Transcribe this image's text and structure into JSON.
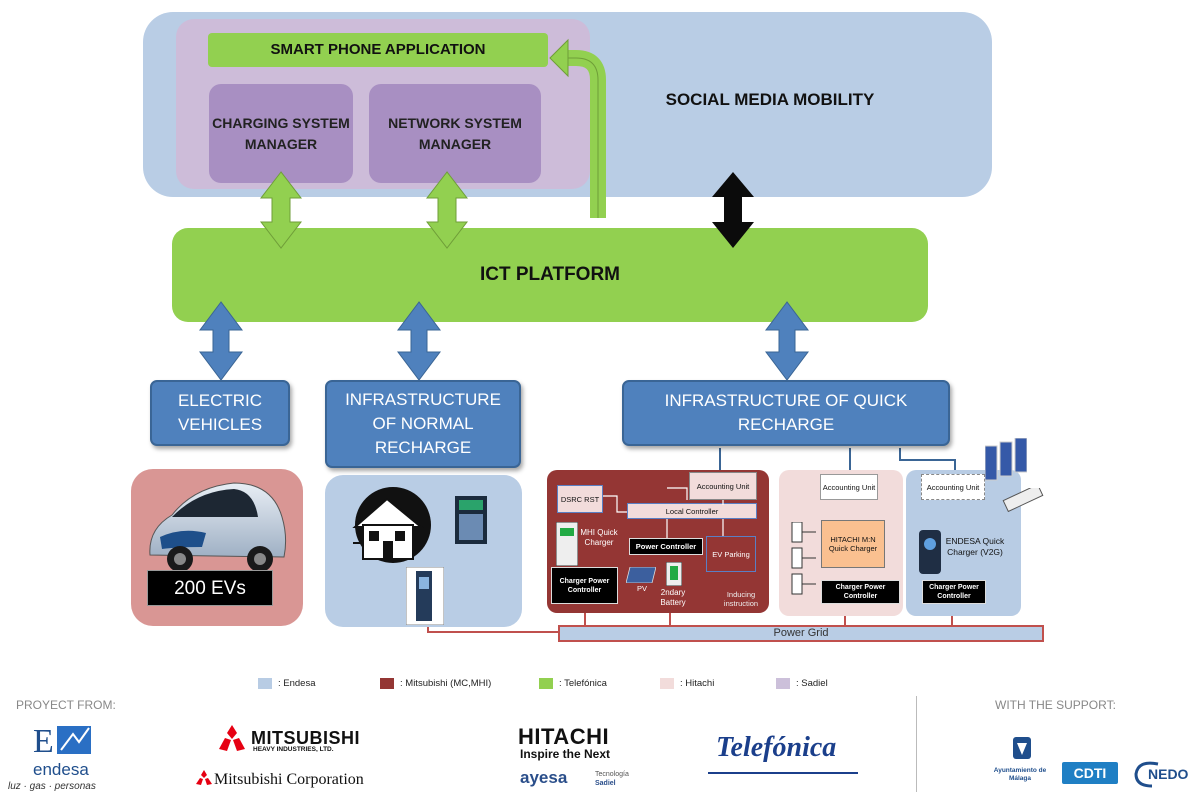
{
  "top": {
    "smartphone": "SMART PHONE APPLICATION",
    "charging_mgr": "CHARGING SYSTEM MANAGER",
    "network_mgr": "NETWORK SYSTEM MANAGER",
    "social": "SOCIAL MEDIA MOBILITY"
  },
  "ict": "ICT PLATFORM",
  "infra": {
    "ev": "ELECTRIC VEHICLES",
    "normal": "INFRASTRUCTURE OF NORMAL RECHARGE",
    "quick": "INFRASTRUCTURE OF QUICK RECHARGE"
  },
  "ev_count": "200 EVs",
  "mhi": {
    "accounting": "Accounting Unit",
    "dsrc": "DSRC RST",
    "local_ctrl": "Local Controller",
    "quick_charger": "MHI Quick Charger",
    "power_ctrl": "Power Controller",
    "ev_parking": "EV Parking",
    "charger_ctrl": "Charger Power Controller",
    "pv": "PV",
    "battery": "2ndary Battery",
    "inducing": "Inducing instruction"
  },
  "hitachi": {
    "accounting": "Accounting Unit",
    "charger": "HITACHI M:N Quick Charger",
    "ctrl": "Charger Power Controller"
  },
  "endesa": {
    "accounting": "Accounting Unit",
    "charger": "ENDESA Quick Charger (V2G)",
    "ctrl": "Charger Power Controller"
  },
  "power_grid": "Power Grid",
  "legend": [
    {
      "label": ": Endesa",
      "color": "#b8cce4"
    },
    {
      "label": ": Mitsubishi (MC,MHI)",
      "color": "#943634"
    },
    {
      "label": ": Telefónica",
      "color": "#92d050"
    },
    {
      "label": ": Hitachi",
      "color": "#f2dcdb"
    },
    {
      "label": ": Sadiel",
      "color": "#ccc0da"
    }
  ],
  "footer": {
    "project_from": "PROYECT FROM:",
    "with_support": "WITH THE SUPPORT:",
    "endesa": "endesa",
    "endesa_tag": "luz · gas · personas",
    "mhi": "MITSUBISHI",
    "mhi_sub": "HEAVY INDUSTRIES, LTD.",
    "mc": "Mitsubishi Corporation",
    "hitachi": "HITACHI",
    "hitachi_tag": "Inspire the Next",
    "ayesa": "ayesa",
    "ayesa_tag": "Tecnología",
    "sadiel": "Sadiel",
    "telefonica": "Telefónica",
    "malaga": "Ayuntamiento de Málaga",
    "cdti": "CDTI",
    "nedo": "NEDO"
  },
  "colors": {
    "endesa": "#b8cce4",
    "mitsubishi": "#943634",
    "telefonica": "#92d050",
    "hitachi": "#f2dcdb",
    "sadiel": "#ccc0da",
    "blue_box": "#4f81bd"
  }
}
